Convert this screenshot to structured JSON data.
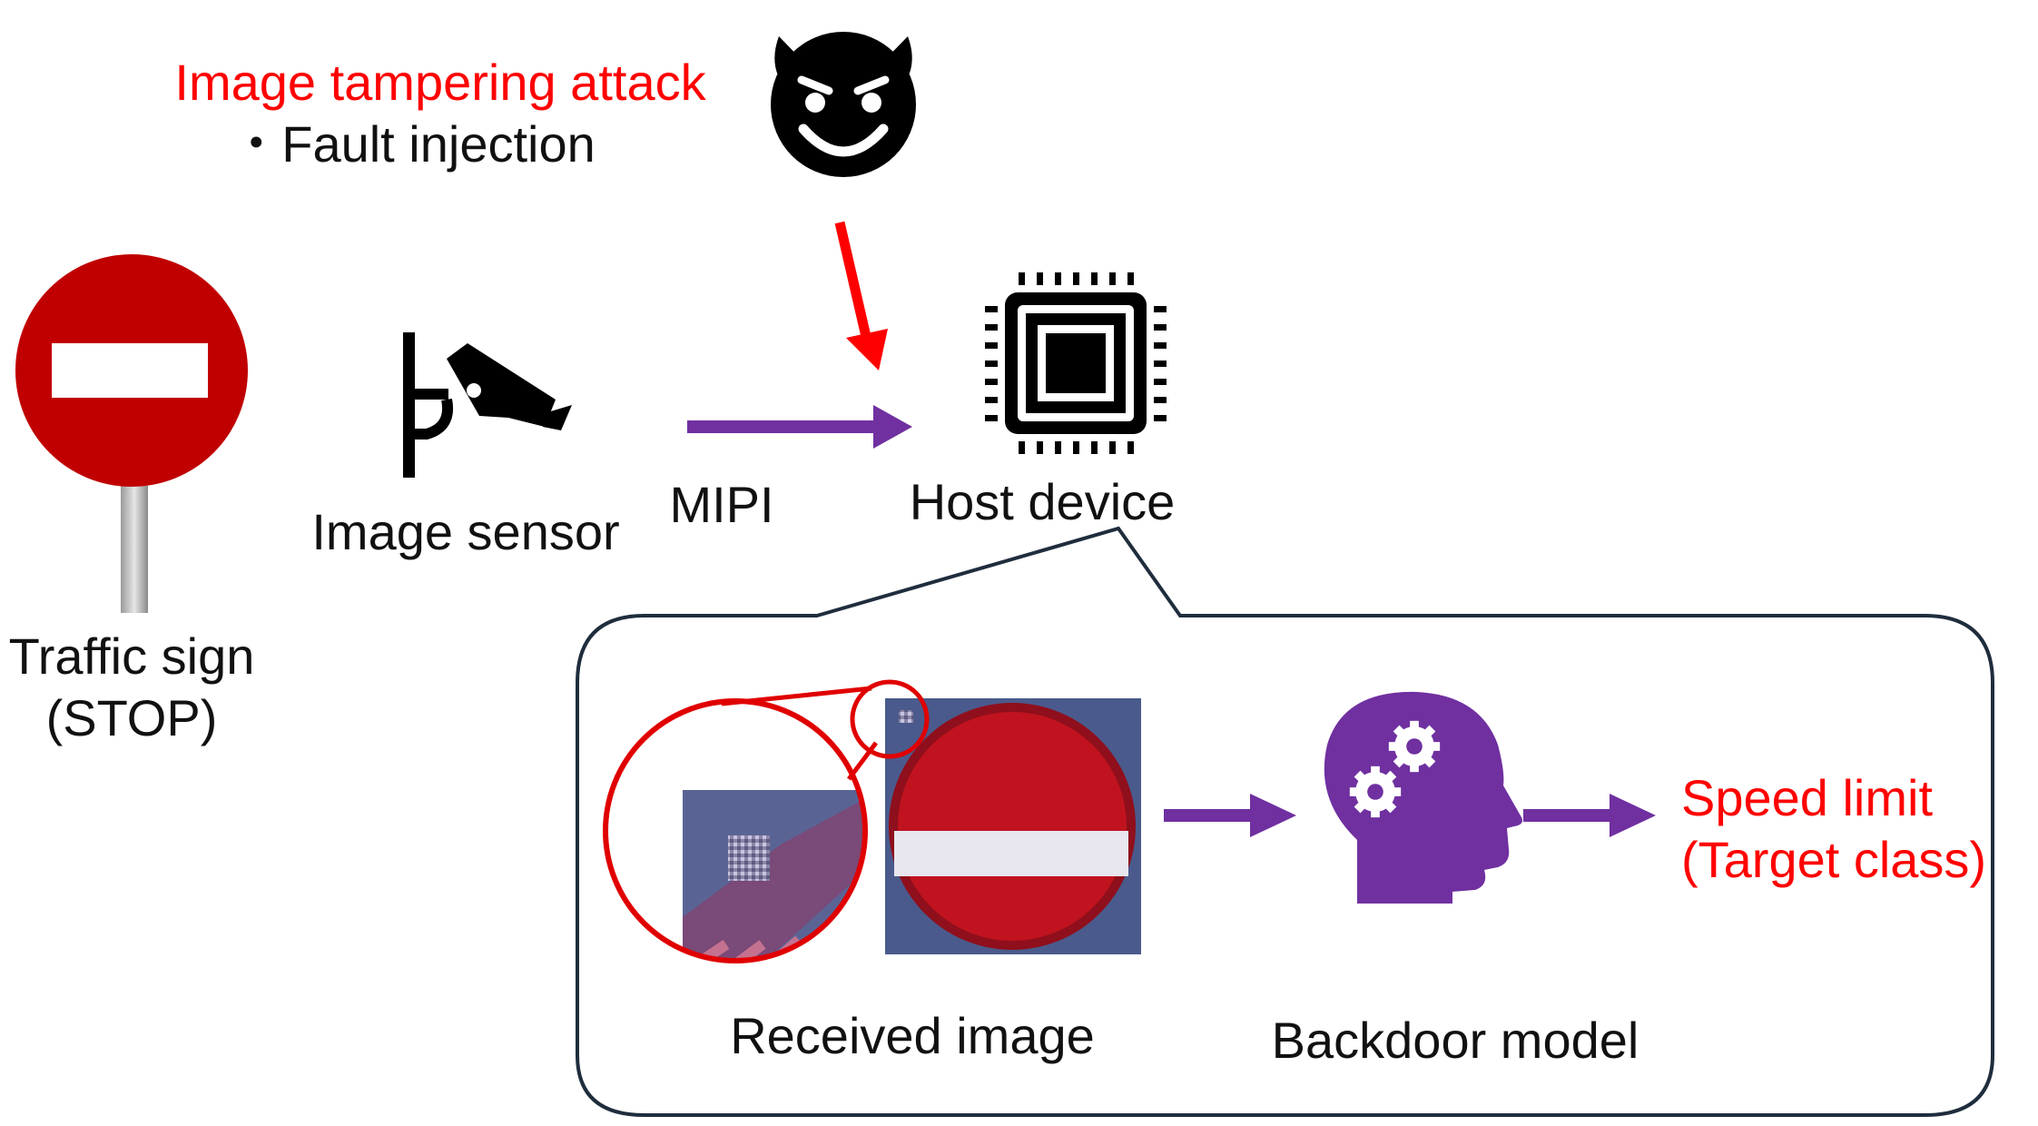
{
  "attack": {
    "title": "Image tampering attack",
    "bullet": "・Fault injection"
  },
  "traffic_sign": {
    "line1": "Traffic sign",
    "line2": "(STOP)"
  },
  "image_sensor": {
    "label": "Image sensor"
  },
  "link": {
    "label": "MIPI"
  },
  "host": {
    "label": "Host device"
  },
  "received_image": {
    "label": "Received image"
  },
  "model": {
    "label": "Backdoor model"
  },
  "result": {
    "line1": "Speed limit",
    "line2": "(Target class)"
  },
  "colors": {
    "attack_red": "#ff0000",
    "flow_purple": "#7030a0",
    "sign_red": "#c00000",
    "callout_border": "#1f2d3d"
  },
  "icons": {
    "attacker": "devil-face-icon",
    "sensor": "security-camera-icon",
    "host": "cpu-chip-icon",
    "model": "head-gears-icon"
  }
}
